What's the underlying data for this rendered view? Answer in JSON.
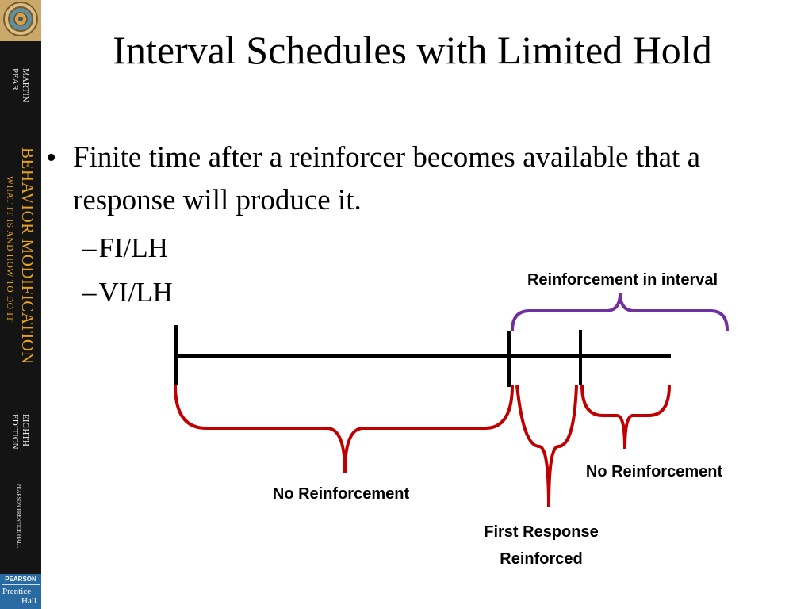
{
  "slide": {
    "title": "Interval Schedules with Limited Hold",
    "bullet": "Finite time after a reinforcer becomes available that a response will produce it.",
    "sub_items": [
      "FI/LH",
      "VI/LH"
    ],
    "sub_marker": "–",
    "bullet_marker": "•"
  },
  "diagram": {
    "label_interval": "Reinforcement in interval",
    "label_no_reinforcement_left": "No Reinforcement",
    "label_no_reinforcement_right": "No Reinforcement",
    "label_first_response_line1": "First Response",
    "label_first_response_line2": "Reinforced",
    "colors": {
      "timeline": "#000000",
      "red_brace": "#c00000",
      "purple_brace": "#7030a0"
    }
  },
  "spine": {
    "authors": [
      "MARTIN",
      "PEAR"
    ],
    "book_title": "BEHAVIOR MODIFICATION",
    "subtitle": "WHAT IT IS AND HOW TO DO IT",
    "edition": [
      "EIGHTH",
      "EDITION"
    ],
    "imprint": "PEARSON PRENTICE HALL",
    "publisher_name": "PEARSON",
    "publisher_imprint_1": "Prentice",
    "publisher_imprint_2": "Hall"
  }
}
